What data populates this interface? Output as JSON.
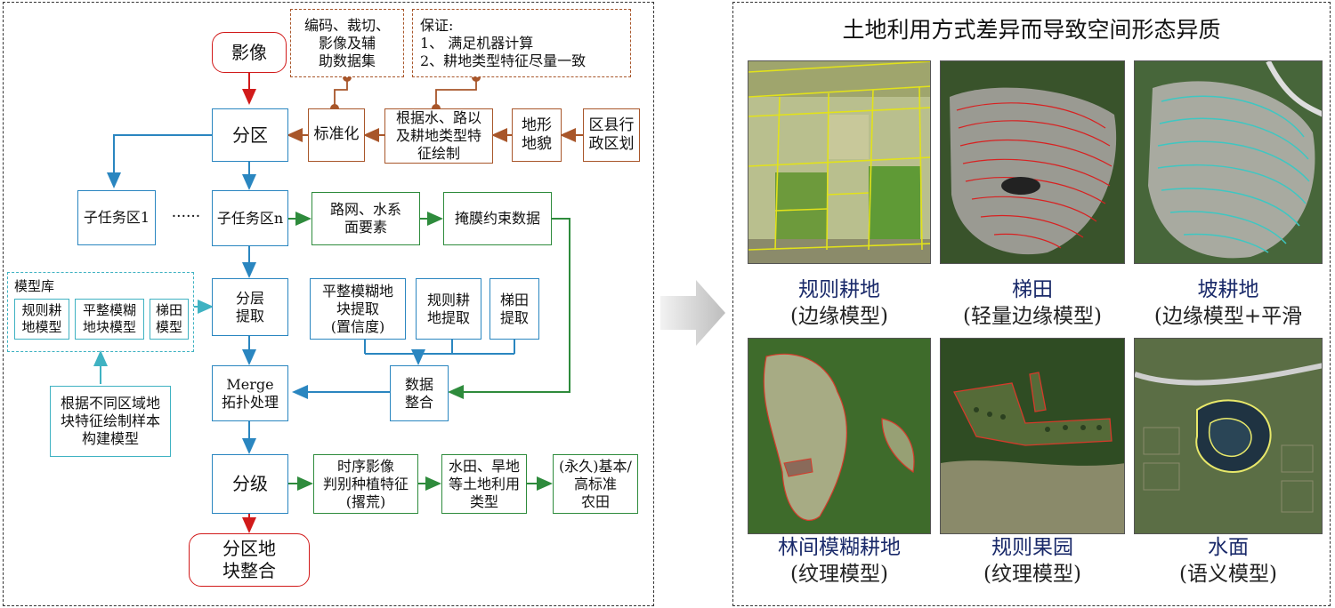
{
  "left": {
    "image_node": "影像",
    "zone": "分区",
    "standardize": "标准化",
    "draw_rule": "根据水、路以\n及耕地类型特\n征绘制",
    "terrain": "地形\n地貌",
    "county": "区县行\n政区划",
    "note_encoding": "编码、裁切、\n影像及辅\n助数据集",
    "note_guarantee": "保证:\n1、 满足机器计算\n2、耕地类型特征尽量一致",
    "subzone1": "子任务区1",
    "ellipsis": "······",
    "subzone_n": "子任务区n",
    "roads": "路网、水系\n面要素",
    "mask": "掩膜约束数据",
    "model_lib_title": "模型库",
    "model_regular": "规则耕\n地模型",
    "model_flat": "平整模糊\n地块模型",
    "model_terrace": "梯田\n模型",
    "layer_extract": "分层\n提取",
    "flat_extract": "平整模糊地\n块提取\n(置信度)",
    "regular_extract": "规则耕\n地提取",
    "terrace_extract": "梯田\n提取",
    "build_model": "根据不同区域地\n块特征绘制样本\n构建模型",
    "merge": "Merge\n拓扑处理",
    "data_integrate": "数据\n整合",
    "grade": "分级",
    "timeseries": "时序影像\n判别种植特征\n(撂荒)",
    "landuse": "水田、旱地\n等土地利用\n类型",
    "basic_farmland": "(永久)基本/\n高标准\n农田",
    "final": "分区地\n块整合"
  },
  "right": {
    "title": "土地利用方式差异而导致空间形态异质",
    "panels": [
      {
        "name": "规则耕地",
        "model": "(边缘模型)"
      },
      {
        "name": "梯田",
        "model": "(轻量边缘模型)"
      },
      {
        "name": "坡耕地",
        "model": "(边缘模型+平滑"
      },
      {
        "name": "林间模糊耕地",
        "model": "(纹理模型)"
      },
      {
        "name": "规则果园",
        "model": "(纹理模型)"
      },
      {
        "name": "水面",
        "model": "(语义模型)"
      }
    ]
  },
  "colors": {
    "blue": "#2a86c0",
    "brown": "#a8562a",
    "green": "#2e8b3c",
    "teal": "#3fb2c2",
    "red": "#d11a1a",
    "caption": "#1a2a6a"
  }
}
